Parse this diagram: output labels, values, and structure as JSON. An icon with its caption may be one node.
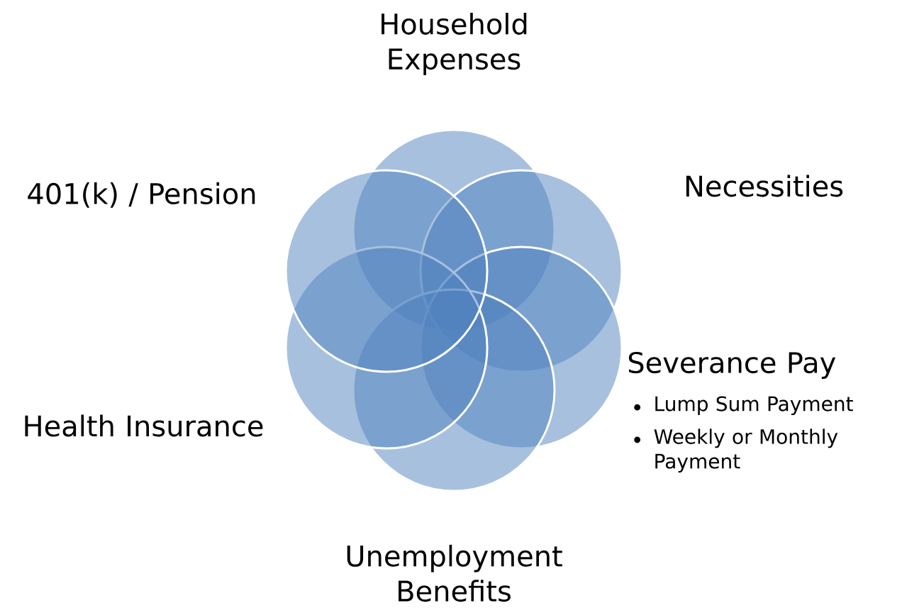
{
  "diagram": {
    "nodes": [
      {
        "text": [
          "Household Expenses"
        ]
      },
      {
        "text": [
          "401(k) / Pension"
        ]
      },
      {
        "text": [
          "Necessities"
        ]
      },
      {
        "text": [
          "Severance Pay",
          "Lump Sum Payment",
          "Weekly or Monthly Payment"
        ]
      },
      {
        "text": [
          "Health Insurance"
        ]
      },
      {
        "text": [
          "Unemployment Benefits"
        ]
      }
    ]
  }
}
